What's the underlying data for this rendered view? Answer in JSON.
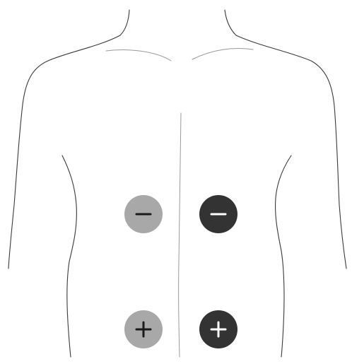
{
  "figure": {
    "colors": {
      "background": "#ffffff",
      "outline": "#3a3a3a",
      "outline_light": "#9a9a9a"
    },
    "electrodes": [
      {
        "id": "upper-left",
        "polarity": "negative",
        "shade": "light",
        "fill": "#a8a8a8",
        "sign_color": "#1a1a1a"
      },
      {
        "id": "upper-right",
        "polarity": "negative",
        "shade": "dark",
        "fill": "#333333",
        "sign_color": "#ffffff"
      },
      {
        "id": "lower-left",
        "polarity": "positive",
        "shade": "light",
        "fill": "#a8a8a8",
        "sign_color": "#1a1a1a"
      },
      {
        "id": "lower-right",
        "polarity": "positive",
        "shade": "dark",
        "fill": "#333333",
        "sign_color": "#ffffff"
      }
    ]
  }
}
